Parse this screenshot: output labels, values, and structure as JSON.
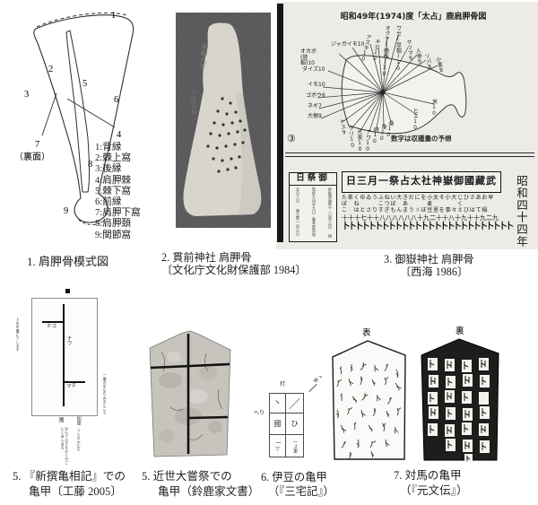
{
  "fig1": {
    "caption": "1. 肩胛骨模式図",
    "points": [
      "1",
      "2",
      "3",
      "4",
      "5",
      "6",
      "7",
      "8",
      "9"
    ],
    "back_note": "（裏面）",
    "legend": [
      "1:背縁",
      "2:棘上窩",
      "3:後縁",
      "4:肩胛棘",
      "5:棘下窩",
      "6:前縁",
      "7:肩胛下窩",
      "8:肩胛頚",
      "9:関節窩"
    ]
  },
  "fig2": {
    "caption1": "2. 貫前神社 肩胛骨",
    "caption2": "〔文化庁文化財保護部 1984〕",
    "inscription1": "昭和九年",
    "inscription2": "一月三日"
  },
  "fig3": {
    "title": "昭和49年(1974)度「太占」鹿肩胛骨図",
    "note": "数字は収穫量の予想",
    "marker": "③",
    "crops": [
      "ジャガイモ10",
      "オカボ(陸稲)10",
      "ダイズ10",
      "イモ10",
      "ゴボウ6",
      "ネギ7",
      "大根9",
      "アズキ10",
      "キビ10",
      "オクテ(晩稲)10",
      "ワセ(早稲)10",
      "サツマ9",
      "人参9",
      "ソバ8",
      "小麦8",
      "ナス9",
      "ウリ10",
      "大麦10",
      "アワ10",
      "麻10",
      "蚕10",
      "桑10",
      "ヒエ10",
      "米10"
    ],
    "panel": {
      "small_header": "日祭御",
      "small_cols": [
        "新穀感謝祭十一月廿三日",
        "焼馬祭九月廿九日",
        "春季祭馬塲五月八日",
        "歳旦祭一月三日"
      ],
      "main_header": "日三月一祭占太社神嶽御國藏武",
      "row1": "た茶くゆゐうふねい大きだにを小太そ小大じひさあお早",
      "row2": "ぼ　ね　　　こつぼ　あ　　　麦　　　　く",
      "row3": "こ　はとさりすぎもんまうゞぼ豆里を事々えびはて稲",
      "row4": "十十十七十十八八八八八八十九二十十八十九十十九二九",
      "row5": "卜卜卜卜卜卜卜卜卜卜卜卜卜卜卜卜卜卜卜卜卜卜卜卜卜卜",
      "year": "昭和四十四年"
    },
    "caption1": "3. 御嶽神社 肩胛骨",
    "caption2": "〔西海 1986〕"
  },
  "fig5a": {
    "caption1": "5. 『新撰亀相記』での",
    "caption2": "亀甲〔工藤 2005〕",
    "label_hoko": "ホコ",
    "label_chiu": "チウ",
    "label_machi": "マチ",
    "tiny_left": "卜形を墨にてしるす",
    "tiny_right": "一墨点をもちゐるところ",
    "tiny_bottom_head": "圖",
    "tiny_bottom1": "おもてのすぢかくのごとくあらはる",
    "tiny_bottom2_head": "如是",
    "tiny_bottom2": "うらのかたち"
  },
  "fig5b": {
    "caption1": "5. 近世大嘗祭での",
    "caption2": "亀甲（鈴鹿家文書）"
  },
  "fig6": {
    "caption1": "6. 伊豆の亀甲",
    "caption2": "（『三宅記』）",
    "top_label": "打",
    "corner_label": "ゆゝ",
    "left_label": "へり",
    "cells": [
      "丶",
      "／",
      "國",
      "ひ",
      "一▽",
      "一ょ里"
    ]
  },
  "fig7": {
    "caption1": "7. 対馬の亀甲",
    "caption2": "（『元文伝』）",
    "front_label": "表",
    "back_label": "裏"
  }
}
